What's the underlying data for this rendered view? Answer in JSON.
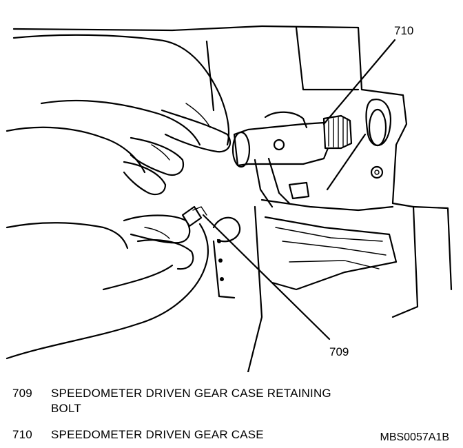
{
  "callouts": [
    {
      "id": "710",
      "label": "710"
    },
    {
      "id": "709",
      "label": "709"
    }
  ],
  "legend": [
    {
      "number": "709",
      "text_line1": "SPEEDOMETER DRIVEN GEAR CASE RETAINING",
      "text_line2": "BOLT"
    },
    {
      "number": "710",
      "text_line1": "SPEEDOMETER DRIVEN GEAR CASE",
      "text_line2": ""
    }
  ],
  "figure_code": "MBS0057A1B"
}
